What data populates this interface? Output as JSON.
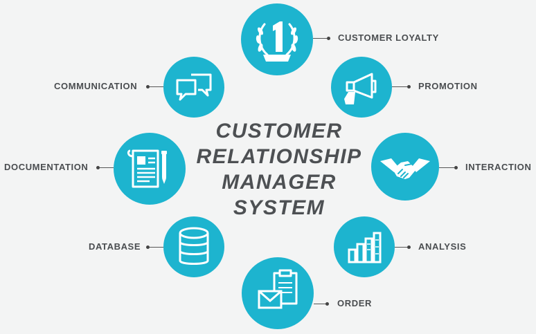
{
  "title_lines": [
    "CUSTOMER",
    "RELATIONSHIP",
    "MANAGER",
    "SYSTEM"
  ],
  "colors": {
    "accent": "#1db4cf",
    "text": "#4a4d50",
    "background": "#f3f4f4"
  },
  "nodes": [
    {
      "label": "CUSTOMER LOYALTY",
      "icon": "first-place-laurel-icon"
    },
    {
      "label": "PROMOTION",
      "icon": "megaphone-icon"
    },
    {
      "label": "INTERACTION",
      "icon": "handshake-icon"
    },
    {
      "label": "ANALYSIS",
      "icon": "bar-chart-icon"
    },
    {
      "label": "ORDER",
      "icon": "clipboard-envelope-icon"
    },
    {
      "label": "DATABASE",
      "icon": "database-icon"
    },
    {
      "label": "DOCUMENTATION",
      "icon": "document-pen-icon"
    },
    {
      "label": "COMMUNICATION",
      "icon": "chat-bubbles-icon"
    }
  ]
}
